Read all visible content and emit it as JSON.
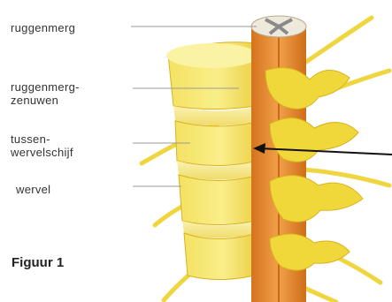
{
  "figure": {
    "caption": "Figuur 1",
    "labels": {
      "spinal_cord": "ruggenmerg",
      "spinal_nerves_line1": "ruggenmerg-",
      "spinal_nerves_line2": "zenuwen",
      "disc_line1": "tussen-",
      "disc_line2": "wervelschijf",
      "vertebra": "wervel"
    }
  },
  "colors": {
    "bone_light": "#f7ec7a",
    "bone_mid": "#f1d83a",
    "bone_shadow": "#d9b21f",
    "cord": "#e8892a",
    "cord_dark": "#c96a17",
    "leader_line": "#9a9a9a",
    "arrow": "#111111"
  }
}
